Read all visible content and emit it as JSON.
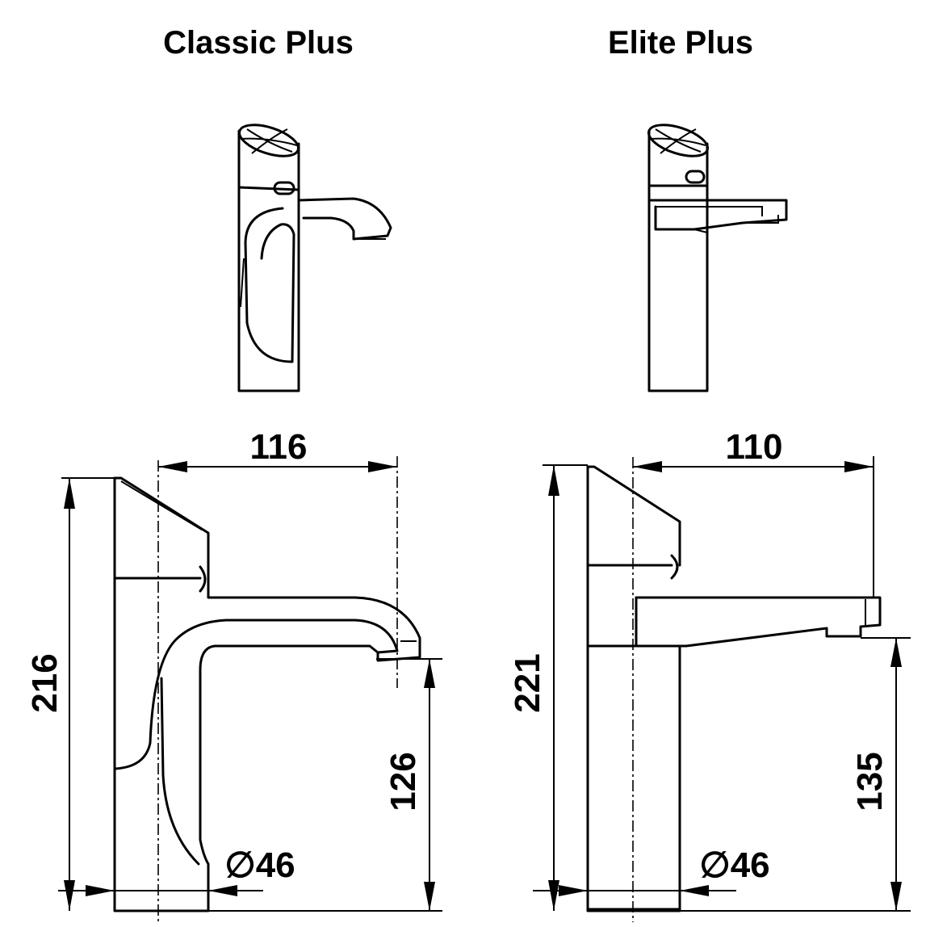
{
  "models": [
    {
      "name": "Classic Plus",
      "dimensions": {
        "spout_reach": "116",
        "height": "216",
        "spout_clearance": "126",
        "base_diameter": "∅46"
      }
    },
    {
      "name": "Elite Plus",
      "dimensions": {
        "spout_reach": "110",
        "height": "221",
        "spout_clearance": "135",
        "base_diameter": "∅46"
      }
    }
  ]
}
